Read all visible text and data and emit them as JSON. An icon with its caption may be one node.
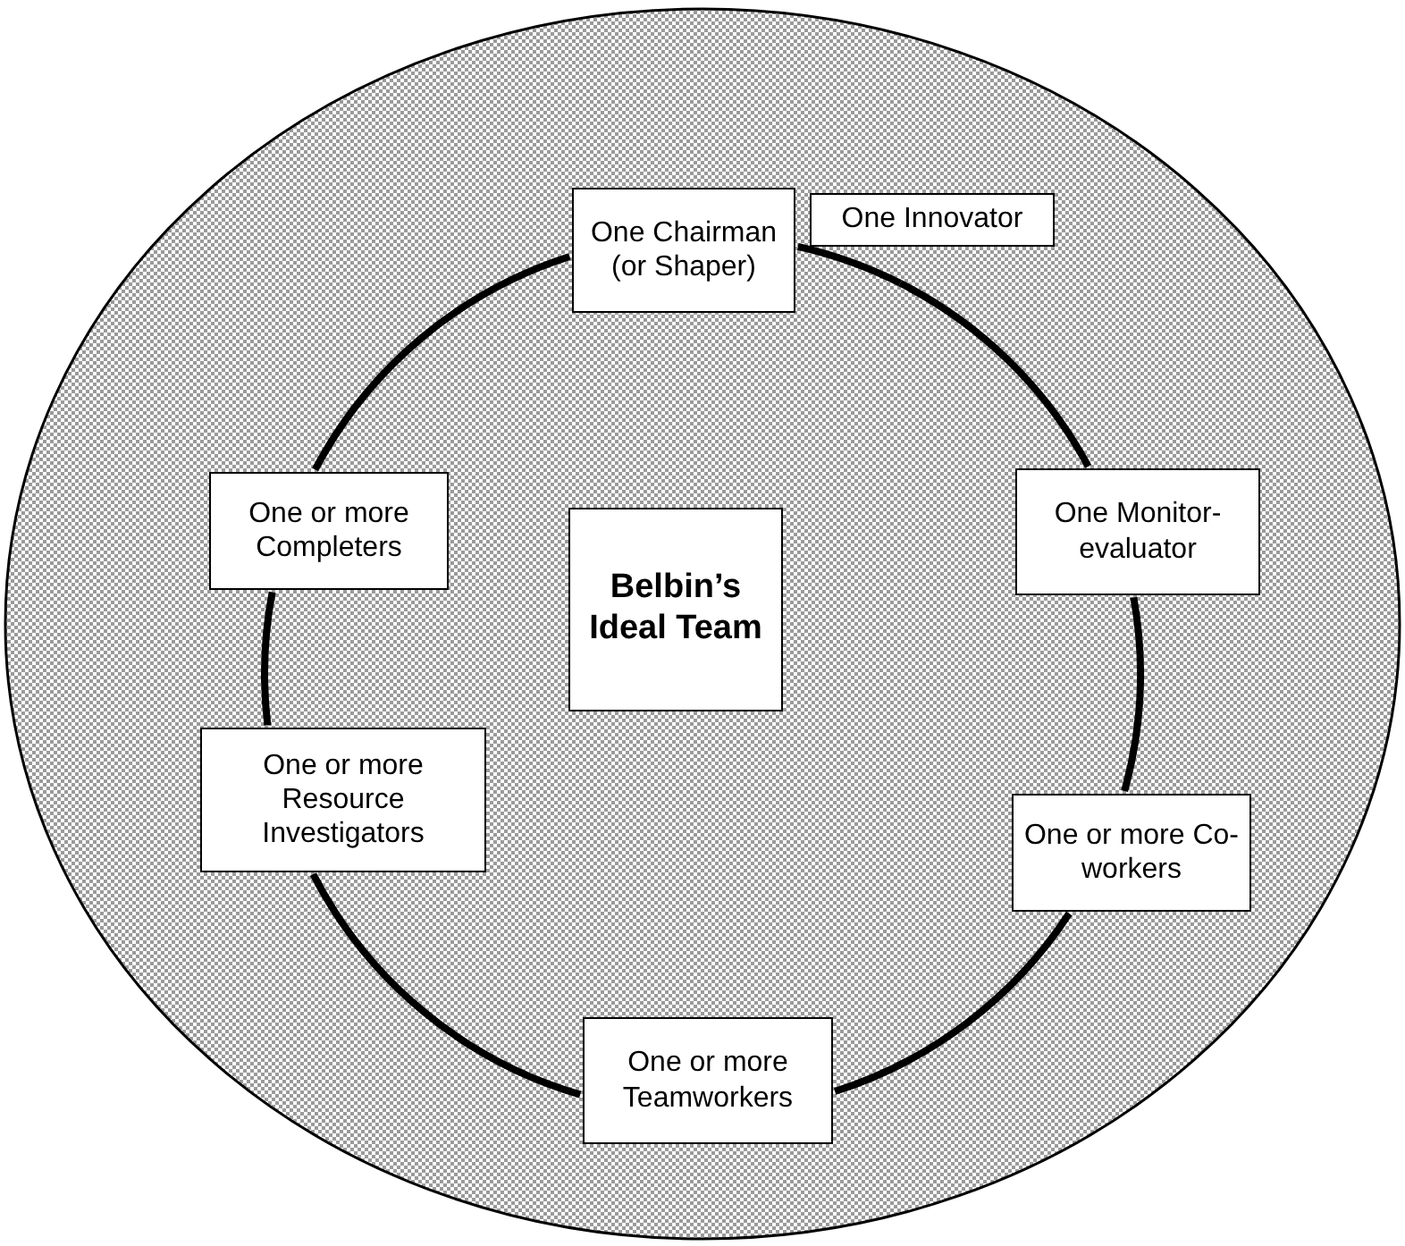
{
  "diagram": {
    "nodes": [
      {
        "text": [],
        "shape": "ellipse"
      },
      {
        "text": [
          "Belbin’s Ideal Team"
        ],
        "in": 0
      },
      {
        "text": [
          "One Chairman (or Shaper)"
        ],
        "in": 0
      },
      {
        "text": [
          "One Innovator"
        ],
        "in": 0
      },
      {
        "text": [
          "One Monitor-evaluator"
        ],
        "in": 0
      },
      {
        "text": [
          "One or more Co-workers"
        ],
        "in": 0
      },
      {
        "text": [
          "One or more Teamworkers"
        ],
        "in": 0
      },
      {
        "text": [
          "One or more Resource Investigators"
        ],
        "in": 0
      },
      {
        "text": [
          "One or more Completers"
        ],
        "in": 0
      }
    ],
    "edges": [
      {
        "from": 2,
        "to": 3,
        "arrow": "none"
      },
      {
        "from": 3,
        "to": 4,
        "arrow": "none"
      },
      {
        "from": 4,
        "to": 5,
        "arrow": "none"
      },
      {
        "from": 5,
        "to": 6,
        "arrow": "none"
      },
      {
        "from": 6,
        "to": 7,
        "arrow": "none"
      },
      {
        "from": 7,
        "to": 8,
        "arrow": "none"
      },
      {
        "from": 8,
        "to": 2,
        "arrow": "none"
      }
    ]
  }
}
